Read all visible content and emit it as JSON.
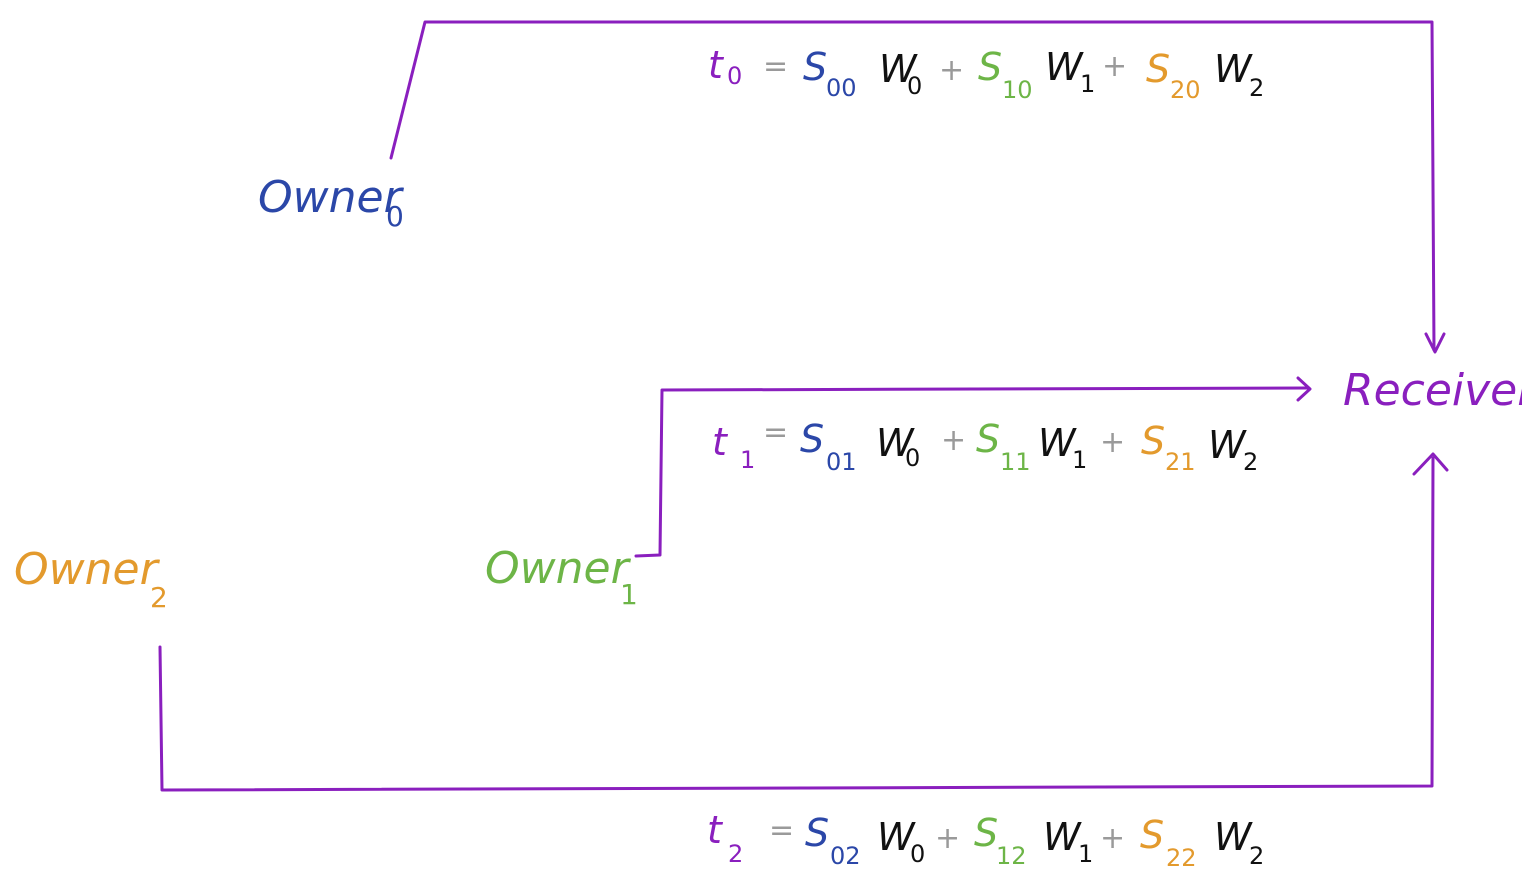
{
  "colors": {
    "receiver": "#8a1fbe",
    "owner0": "#2b47a8",
    "owner1": "#6db547",
    "owner2": "#e39a2d",
    "weight": "#111111",
    "operator": "#9a9a9a"
  },
  "nodes": {
    "receiver": {
      "label": "Receiver"
    },
    "owner0": {
      "label": "Owner",
      "sub": "0"
    },
    "owner1": {
      "label": "Owner",
      "sub": "1"
    },
    "owner2": {
      "label": "Owner",
      "sub": "2"
    }
  },
  "equations": [
    {
      "lhs": "t",
      "lhs_sub": "0",
      "eq": "=",
      "terms": [
        {
          "s": "S",
          "s_sub": "00",
          "w": "W",
          "w_sub": "0"
        },
        {
          "s": "S",
          "s_sub": "10",
          "w": "W",
          "w_sub": "1"
        },
        {
          "s": "S",
          "s_sub": "20",
          "w": "W",
          "w_sub": "2"
        }
      ],
      "plus": "+"
    },
    {
      "lhs": "t",
      "lhs_sub": "1",
      "eq": "=",
      "terms": [
        {
          "s": "S",
          "s_sub": "01",
          "w": "W",
          "w_sub": "0"
        },
        {
          "s": "S",
          "s_sub": "11",
          "w": "W",
          "w_sub": "1"
        },
        {
          "s": "S",
          "s_sub": "21",
          "w": "W",
          "w_sub": "2"
        }
      ],
      "plus": "+"
    },
    {
      "lhs": "t",
      "lhs_sub": "2",
      "eq": "=",
      "terms": [
        {
          "s": "S",
          "s_sub": "02",
          "w": "W",
          "w_sub": "0"
        },
        {
          "s": "S",
          "s_sub": "12",
          "w": "W",
          "w_sub": "1"
        },
        {
          "s": "S",
          "s_sub": "22",
          "w": "W",
          "w_sub": "2"
        }
      ],
      "plus": "+"
    }
  ]
}
